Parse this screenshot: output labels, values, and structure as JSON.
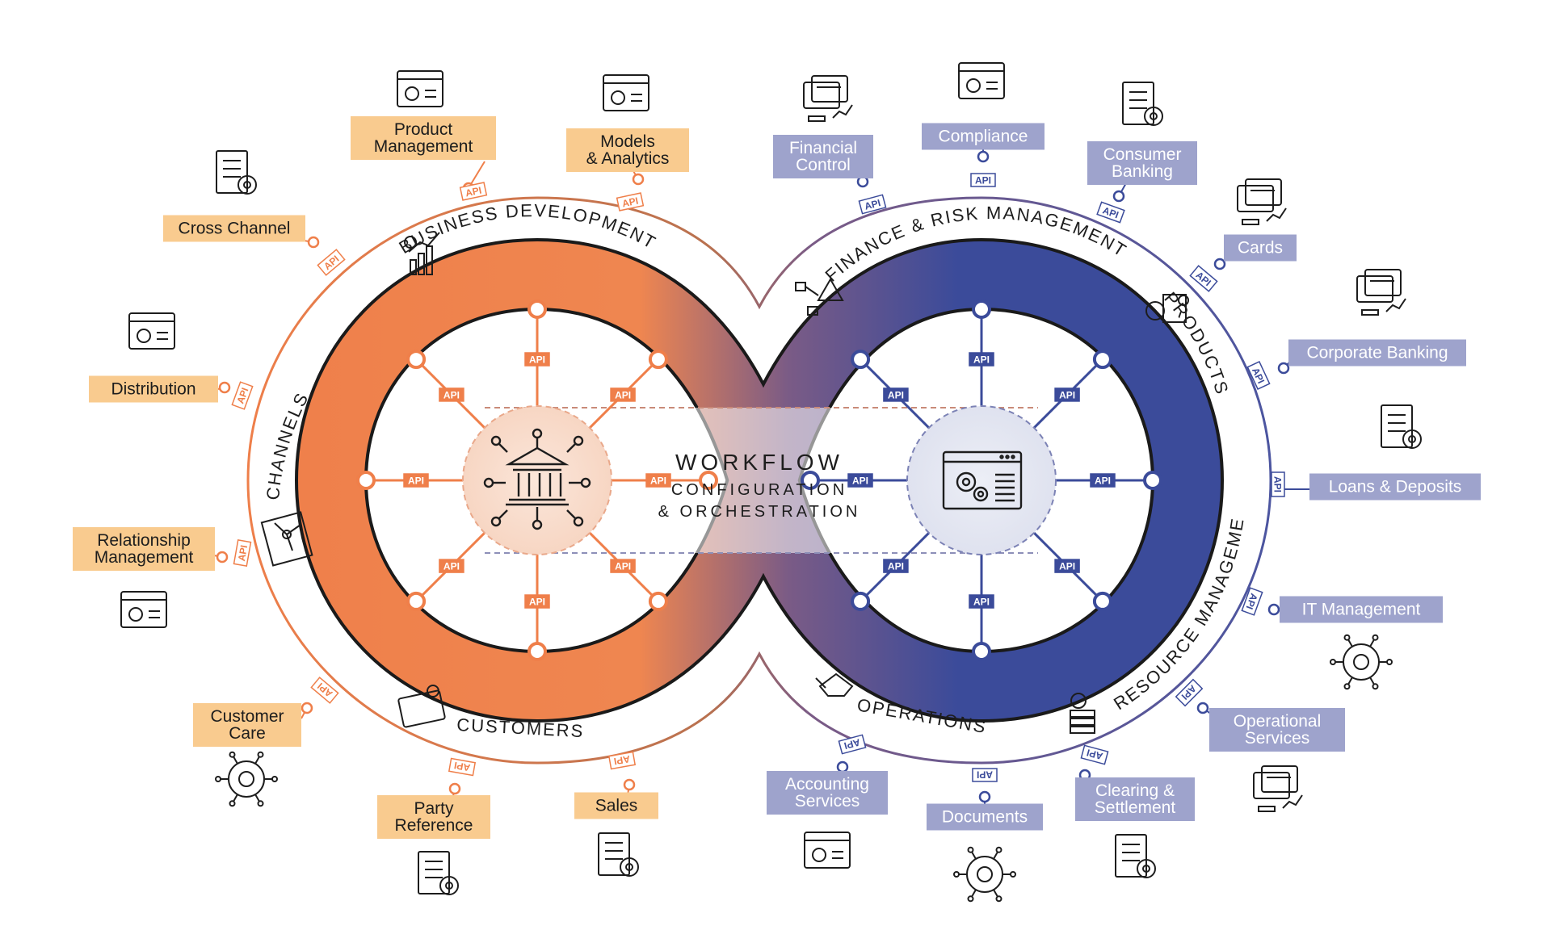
{
  "colors": {
    "orange": "#ef7f4a",
    "orange_box": "#f9cb8f",
    "navy": "#3b4b9a",
    "lavender_box": "#9ea3cc",
    "ink": "#1d1d1d"
  },
  "center": {
    "title": "WORKFLOW",
    "subtitle_line1": "CONFIGURATION",
    "subtitle_line2": "& ORCHESTRATION",
    "left_hub_icon": "bank-network-icon",
    "right_hub_icon": "browser-gears-icon"
  },
  "api_label": "API",
  "sections": {
    "business_development": "BUSINESS DEVELOPMENT",
    "channels": "CHANNELS",
    "customers": "CUSTOMERS",
    "finance_risk": "FINANCE & RISK MANAGEMENT",
    "products": "PRODUCTS",
    "resource_management": "RESOURCE MANAGEMENT",
    "operations": "OPERATIONS"
  },
  "left_modules": [
    {
      "lines": [
        "Product",
        "Management"
      ],
      "icon": "box-gear-icon"
    },
    {
      "lines": [
        "Models",
        "& Analytics"
      ],
      "icon": "monitor-chart-icon"
    },
    {
      "lines": [
        "Cross Channel"
      ],
      "icon": "browser-lock-icon"
    },
    {
      "lines": [
        "Distribution"
      ],
      "icon": "cloud-network-icon"
    },
    {
      "lines": [
        "Relationship",
        "Management"
      ],
      "icon": "people-feedback-icon"
    },
    {
      "lines": [
        "Customer",
        "Care"
      ],
      "icon": "phone-user-icon"
    },
    {
      "lines": [
        "Party",
        "Reference"
      ],
      "icon": "contact-book-icon"
    },
    {
      "lines": [
        "Sales"
      ],
      "icon": "growth-chart-icon"
    }
  ],
  "right_modules": [
    {
      "lines": [
        "Financial",
        "Control"
      ],
      "icon": "spreadsheet-icon"
    },
    {
      "lines": [
        "Compliance"
      ],
      "icon": "clipboard-gear-icon"
    },
    {
      "lines": [
        "Consumer",
        "Banking"
      ],
      "icon": "phone-bank-icon"
    },
    {
      "lines": [
        "Cards"
      ],
      "icon": "credit-cards-icon"
    },
    {
      "lines": [
        "Corporate Banking"
      ],
      "icon": "buildings-icon"
    },
    {
      "lines": [
        "Loans & Deposits"
      ],
      "icon": "hand-house-icon"
    },
    {
      "lines": [
        "IT Management"
      ],
      "icon": "monitor-gear-icon"
    },
    {
      "lines": [
        "Operational",
        "Services"
      ],
      "icon": "virus-gear-icon"
    },
    {
      "lines": [
        "Accounting",
        "Services"
      ],
      "icon": "documents-check-icon"
    },
    {
      "lines": [
        "Documents"
      ],
      "icon": "document-stack-icon"
    },
    {
      "lines": [
        "Clearing &",
        "Settlement"
      ],
      "icon": "dollar-globe-icon"
    }
  ]
}
